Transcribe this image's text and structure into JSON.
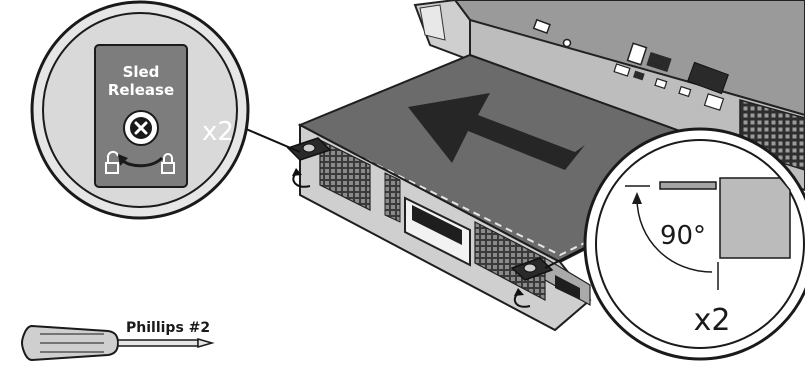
{
  "callout_left": {
    "label_line1": "Sled",
    "label_line2": "Release",
    "multiplier": "x2",
    "icons": [
      "sled-release-button-icon",
      "unlock-icon",
      "lock-icon",
      "rotate-arrow-icon"
    ]
  },
  "callout_right": {
    "angle": "90°",
    "multiplier": "x2"
  },
  "tool": {
    "label": "Phillips #2",
    "icon": "phillips-screwdriver-icon"
  },
  "arrow": {
    "direction": "pull-out",
    "icon": "pull-arrow-icon"
  },
  "colors": {
    "sled_top": "#6b6b6b",
    "sled_front": "#cfcfcf",
    "chassis": "#9a9a9a",
    "arrow": "#262626",
    "badge": "#7d7d7d",
    "callout_fill": "#d9d9d9",
    "text_dark": "#1a1a1a"
  }
}
